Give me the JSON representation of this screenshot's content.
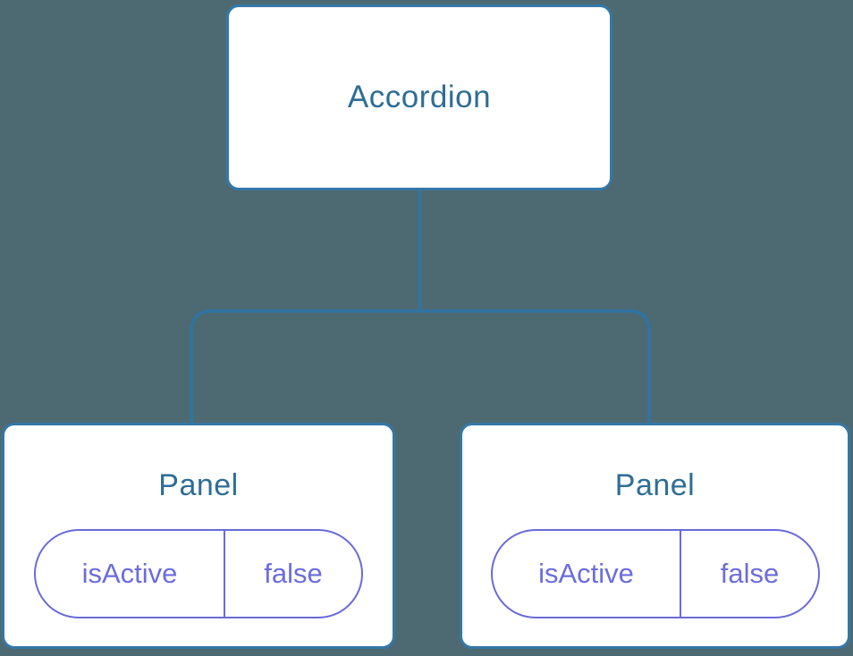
{
  "diagram": {
    "colors": {
      "background": "#4D6A73",
      "node_border": "#3478A8",
      "connector": "#2F74A4",
      "node_title": "#2E6E96",
      "state_text": "#6C6CDE",
      "state_border": "#6A6ADB"
    },
    "root": {
      "label": "Accordion"
    },
    "panels": [
      {
        "title": "Panel",
        "state": {
          "key": "isActive",
          "value": "false"
        }
      },
      {
        "title": "Panel",
        "state": {
          "key": "isActive",
          "value": "false"
        }
      }
    ]
  }
}
